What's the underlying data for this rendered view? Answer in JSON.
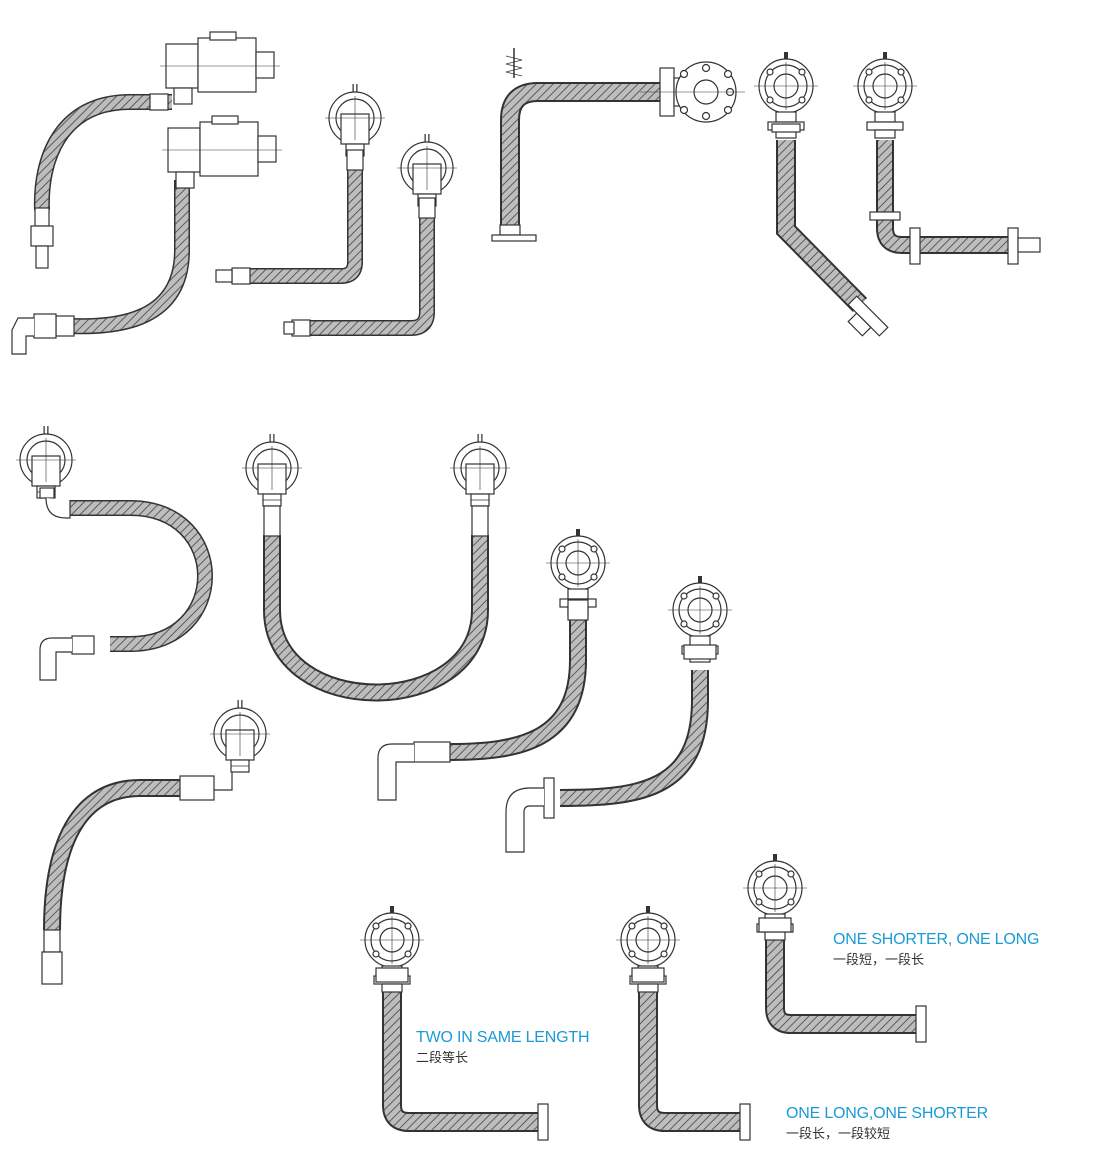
{
  "labels": {
    "two_same": {
      "en": "TWO IN SAME LENGTH",
      "cn": "二段等长"
    },
    "short_long": {
      "en": "ONE SHORTER, ONE LONG",
      "cn": "一段短，一段长"
    },
    "long_short": {
      "en": "ONE LONG,ONE SHORTER",
      "cn": "一段长，一段较短"
    }
  },
  "colors": {
    "accent": "#1a9ad6",
    "line": "#333333",
    "hose_braid": "#8a8a8a"
  },
  "icons": [
    "rotary-joint-icon",
    "flange-icon",
    "elbow-fitting-icon",
    "braided-hose-icon"
  ]
}
